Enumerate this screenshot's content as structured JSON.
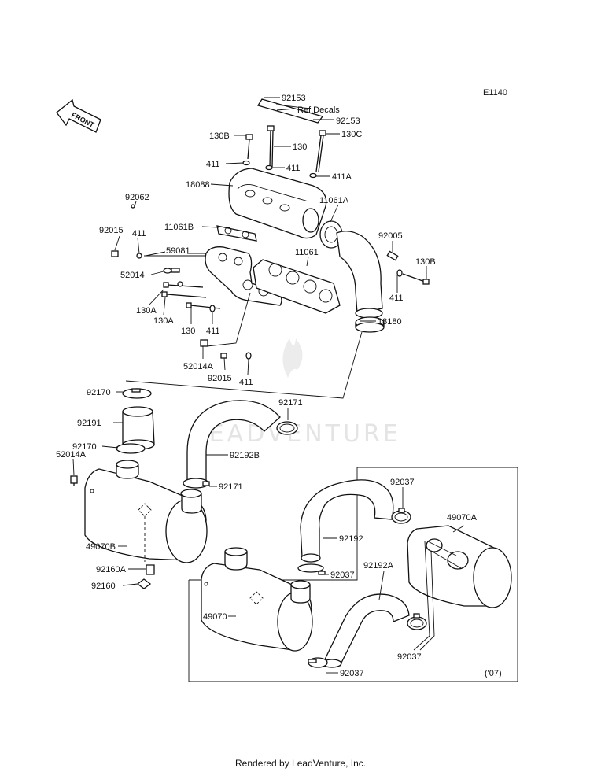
{
  "diagram_code": "E1140",
  "front_label": "FRONT",
  "watermark": "LEADVENTURE",
  "footer": "Rendered by LeadVenture, Inc.",
  "inset_label": "('07)",
  "parts": {
    "p92153_top": "92153",
    "ref_decals": "Ref.Decals",
    "p92153_right": "92153",
    "p130B_left": "130B",
    "p130": "130",
    "p130C": "130C",
    "p411_a": "411",
    "p411_b": "411",
    "p411A": "411A",
    "p18088": "18088",
    "p11061A": "11061A",
    "p92062": "92062",
    "p11061B": "11061B",
    "p92015_top": "92015",
    "p411_c": "411",
    "p59081": "59081",
    "p11061": "11061",
    "p92005": "92005",
    "p130B_right": "130B",
    "p52014": "52014",
    "p411_d": "411",
    "p130A_a": "130A",
    "p130A_b": "130A",
    "p130_lower": "130",
    "p411_e": "411",
    "p18180": "18180",
    "p52014A_top": "52014A",
    "p92015_bottom": "92015",
    "p411_f": "411",
    "p92170_top": "92170",
    "p92171_top": "92171",
    "p92191": "92191",
    "p92170_bottom": "92170",
    "p52014A_bottom": "52014A",
    "p92192B": "92192B",
    "p92171_bottom": "92171",
    "p92037_a": "92037",
    "p49070A": "49070A",
    "p92192": "92192",
    "p49070B": "49070B",
    "p92037_b": "92037",
    "p92192A": "92192A",
    "p92160A": "92160A",
    "p92160": "92160",
    "p49070": "49070",
    "p92037_c": "92037",
    "p92037_d": "92037"
  }
}
